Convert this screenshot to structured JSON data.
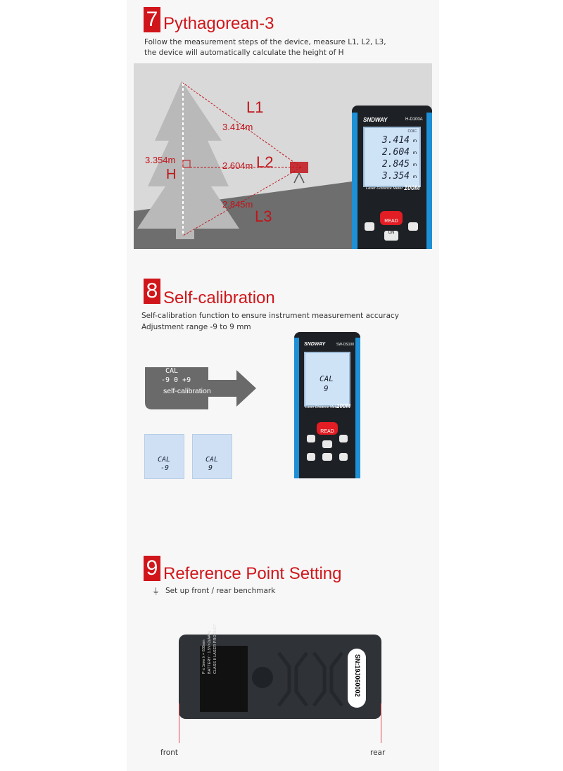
{
  "sections": [
    {
      "number": "7",
      "title": "Pythagorean-3",
      "lines": [
        "Follow the measurement steps of the device, measure L1, L2, L3,",
        "the device will automatically calculate the height of H"
      ]
    },
    {
      "number": "8",
      "title": "Self-calibration",
      "lines": [
        "Self-calibration function to ensure instrument measurement accuracy",
        "Adjustment range -9 to 9 mm"
      ]
    },
    {
      "number": "9",
      "title": "Reference Point Setting",
      "lines": [
        "Set up front / rear benchmark"
      ]
    }
  ],
  "diagram": {
    "l1": "L1",
    "l2": "L2",
    "l3": "L3",
    "h": "H",
    "l1_value": "3.414m",
    "l2_value": "2.604m",
    "l3_value": "2.845m",
    "h_value": "3.354m"
  },
  "device1": {
    "brand": "SNDWAY",
    "model": "H-D100A",
    "readings": [
      "3.414",
      "2.604",
      "2.845",
      "3.354"
    ],
    "unit": "m",
    "label": "Laser Distance Meter",
    "range": "100M",
    "read_button": "READ",
    "unit_button": "ON\nUNIT",
    "badge": "COIC"
  },
  "calibration": {
    "card_lines": [
      "CAL",
      "-9 0 +9"
    ],
    "card_caption": "self-calibration",
    "left_screen": [
      "CAL",
      "-9"
    ],
    "right_screen": [
      "CAL",
      "9"
    ],
    "device_screen": [
      "CAL",
      "9"
    ],
    "device_brand": "SNDWAY",
    "device_model": "SW-DS100",
    "device_label": "Laser Distance Meter",
    "device_range": "100M",
    "read_button": "READ"
  },
  "rear_device": {
    "serial": "SN:19J060002",
    "spec_lines": [
      "P ≤ 1mw   λ = 635nm",
      "BATTERY : 1.5V×2(AAA)",
      "CLASS II LASER PRODUCT"
    ],
    "front_label": "front",
    "rear_label": "rear"
  },
  "colors": {
    "accent": "#d0161b",
    "device_blue": "#1e90d6",
    "device_body": "#1d2024"
  }
}
